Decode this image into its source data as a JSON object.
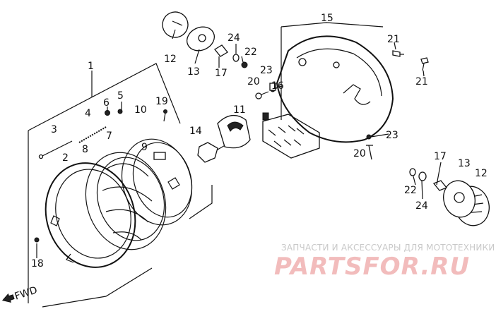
{
  "callouts": [
    "1",
    "2",
    "3",
    "4",
    "5",
    "6",
    "7",
    "8",
    "9",
    "10",
    "11",
    "12",
    "13",
    "14",
    "15",
    "16",
    "17",
    "18",
    "19",
    "20",
    "21",
    "22",
    "23",
    "24"
  ],
  "labels": {
    "n1": "1",
    "n2": "2",
    "n3": "3",
    "n4": "4",
    "n5": "5",
    "n6": "6",
    "n7": "7",
    "n8": "8",
    "n9": "9",
    "n10": "10",
    "n11": "11",
    "n12a": "12",
    "n12b": "12",
    "n13a": "13",
    "n13b": "13",
    "n14": "14",
    "n15": "15",
    "n16": "16",
    "n17a": "17",
    "n17b": "17",
    "n18": "18",
    "n19": "19",
    "n20a": "20",
    "n20b": "20",
    "n21a": "21",
    "n21b": "21",
    "n22a": "22",
    "n22b": "22",
    "n23a": "23",
    "n23b": "23",
    "n24a": "24",
    "n24b": "24"
  },
  "fwd_arrow": "FWD",
  "watermark": {
    "subtitle": "ЗАПЧАСТИ И АКСЕССУАРЫ ДЛЯ МОТОТЕХНИКИ",
    "logo": "PARTSFOR.RU"
  }
}
